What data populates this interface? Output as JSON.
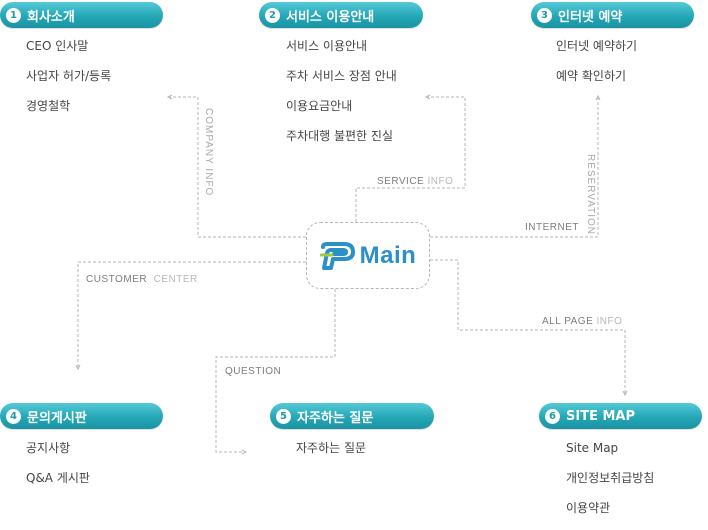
{
  "main": {
    "label": "Main"
  },
  "sections": {
    "company": {
      "num": "1",
      "title": "회사소개",
      "items": [
        "CEO 인사말",
        "사업자 허가/등록",
        "경영철학"
      ]
    },
    "service": {
      "num": "2",
      "title": "서비스 이용안내",
      "items": [
        "서비스 이용안내",
        "주차 서비스 장점 안내",
        "이용요금안내",
        "주차대행 불편한 진실"
      ]
    },
    "reserve": {
      "num": "3",
      "title": "인터넷 예약",
      "items": [
        "인터넷 예약하기",
        "예약 확인하기"
      ]
    },
    "board": {
      "num": "4",
      "title": "문의게시판",
      "items": [
        "공지사항",
        "Q&A 게시판"
      ]
    },
    "faq": {
      "num": "5",
      "title": "자주하는 질문",
      "items": [
        "자주하는 질문"
      ]
    },
    "sitemap": {
      "num": "6",
      "title": "SITE MAP",
      "items": [
        "Site Map",
        "개인정보취급방침",
        "이용약관"
      ]
    }
  },
  "connectors": {
    "company_info": "COMPANY INFO",
    "service": "SERVICE",
    "service_info": "INFO",
    "internet": "INTERNET",
    "reservation": "RESERVATION",
    "customer": "CUSTOMER",
    "center": "CENTER",
    "question": "QUESTION",
    "all_page": "ALL PAGE",
    "all_page_info": "INFO"
  },
  "colors": {
    "accent": "#24a7b6",
    "logo_blue": "#2b8fc8",
    "logo_green": "#9ccc3c",
    "line": "#b5b5b5"
  }
}
